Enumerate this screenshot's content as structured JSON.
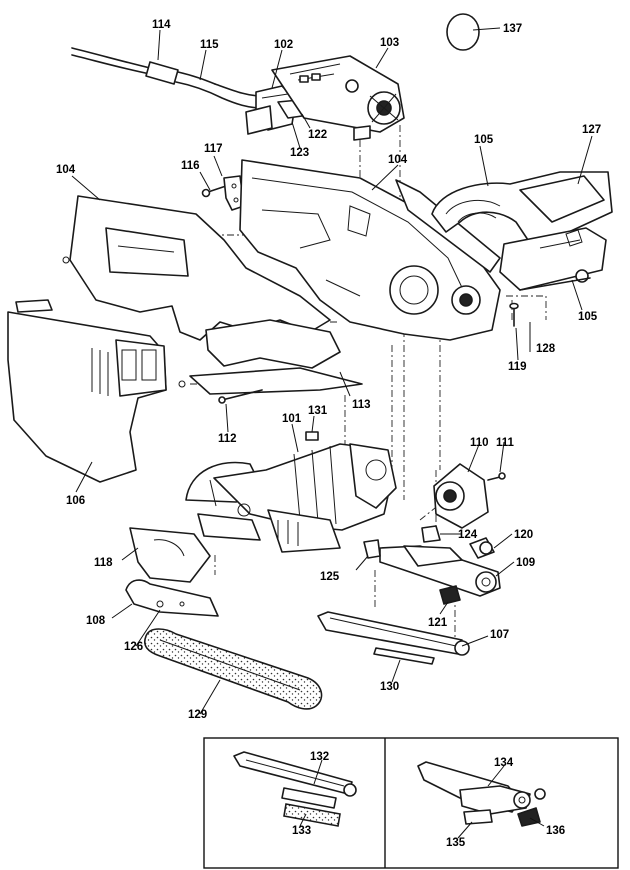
{
  "diagram": {
    "type": "exploded-parts-view",
    "part_numbers": {
      "p101": "101",
      "p102": "102",
      "p103": "103",
      "p104a": "104",
      "p104b": "104",
      "p105a": "105",
      "p105b": "105",
      "p106": "106",
      "p107": "107",
      "p108": "108",
      "p109": "109",
      "p110": "110",
      "p111": "111",
      "p112": "112",
      "p113": "113",
      "p114": "114",
      "p115": "115",
      "p116": "116",
      "p117": "117",
      "p118": "118",
      "p119": "119",
      "p120": "120",
      "p121": "121",
      "p122": "122",
      "p123": "123",
      "p124": "124",
      "p125": "125",
      "p126": "126",
      "p127": "127",
      "p128": "128",
      "p129": "129",
      "p130": "130",
      "p131": "131",
      "p132": "132",
      "p133": "133",
      "p134": "134",
      "p135": "135",
      "p136": "136",
      "p137": "137"
    }
  }
}
